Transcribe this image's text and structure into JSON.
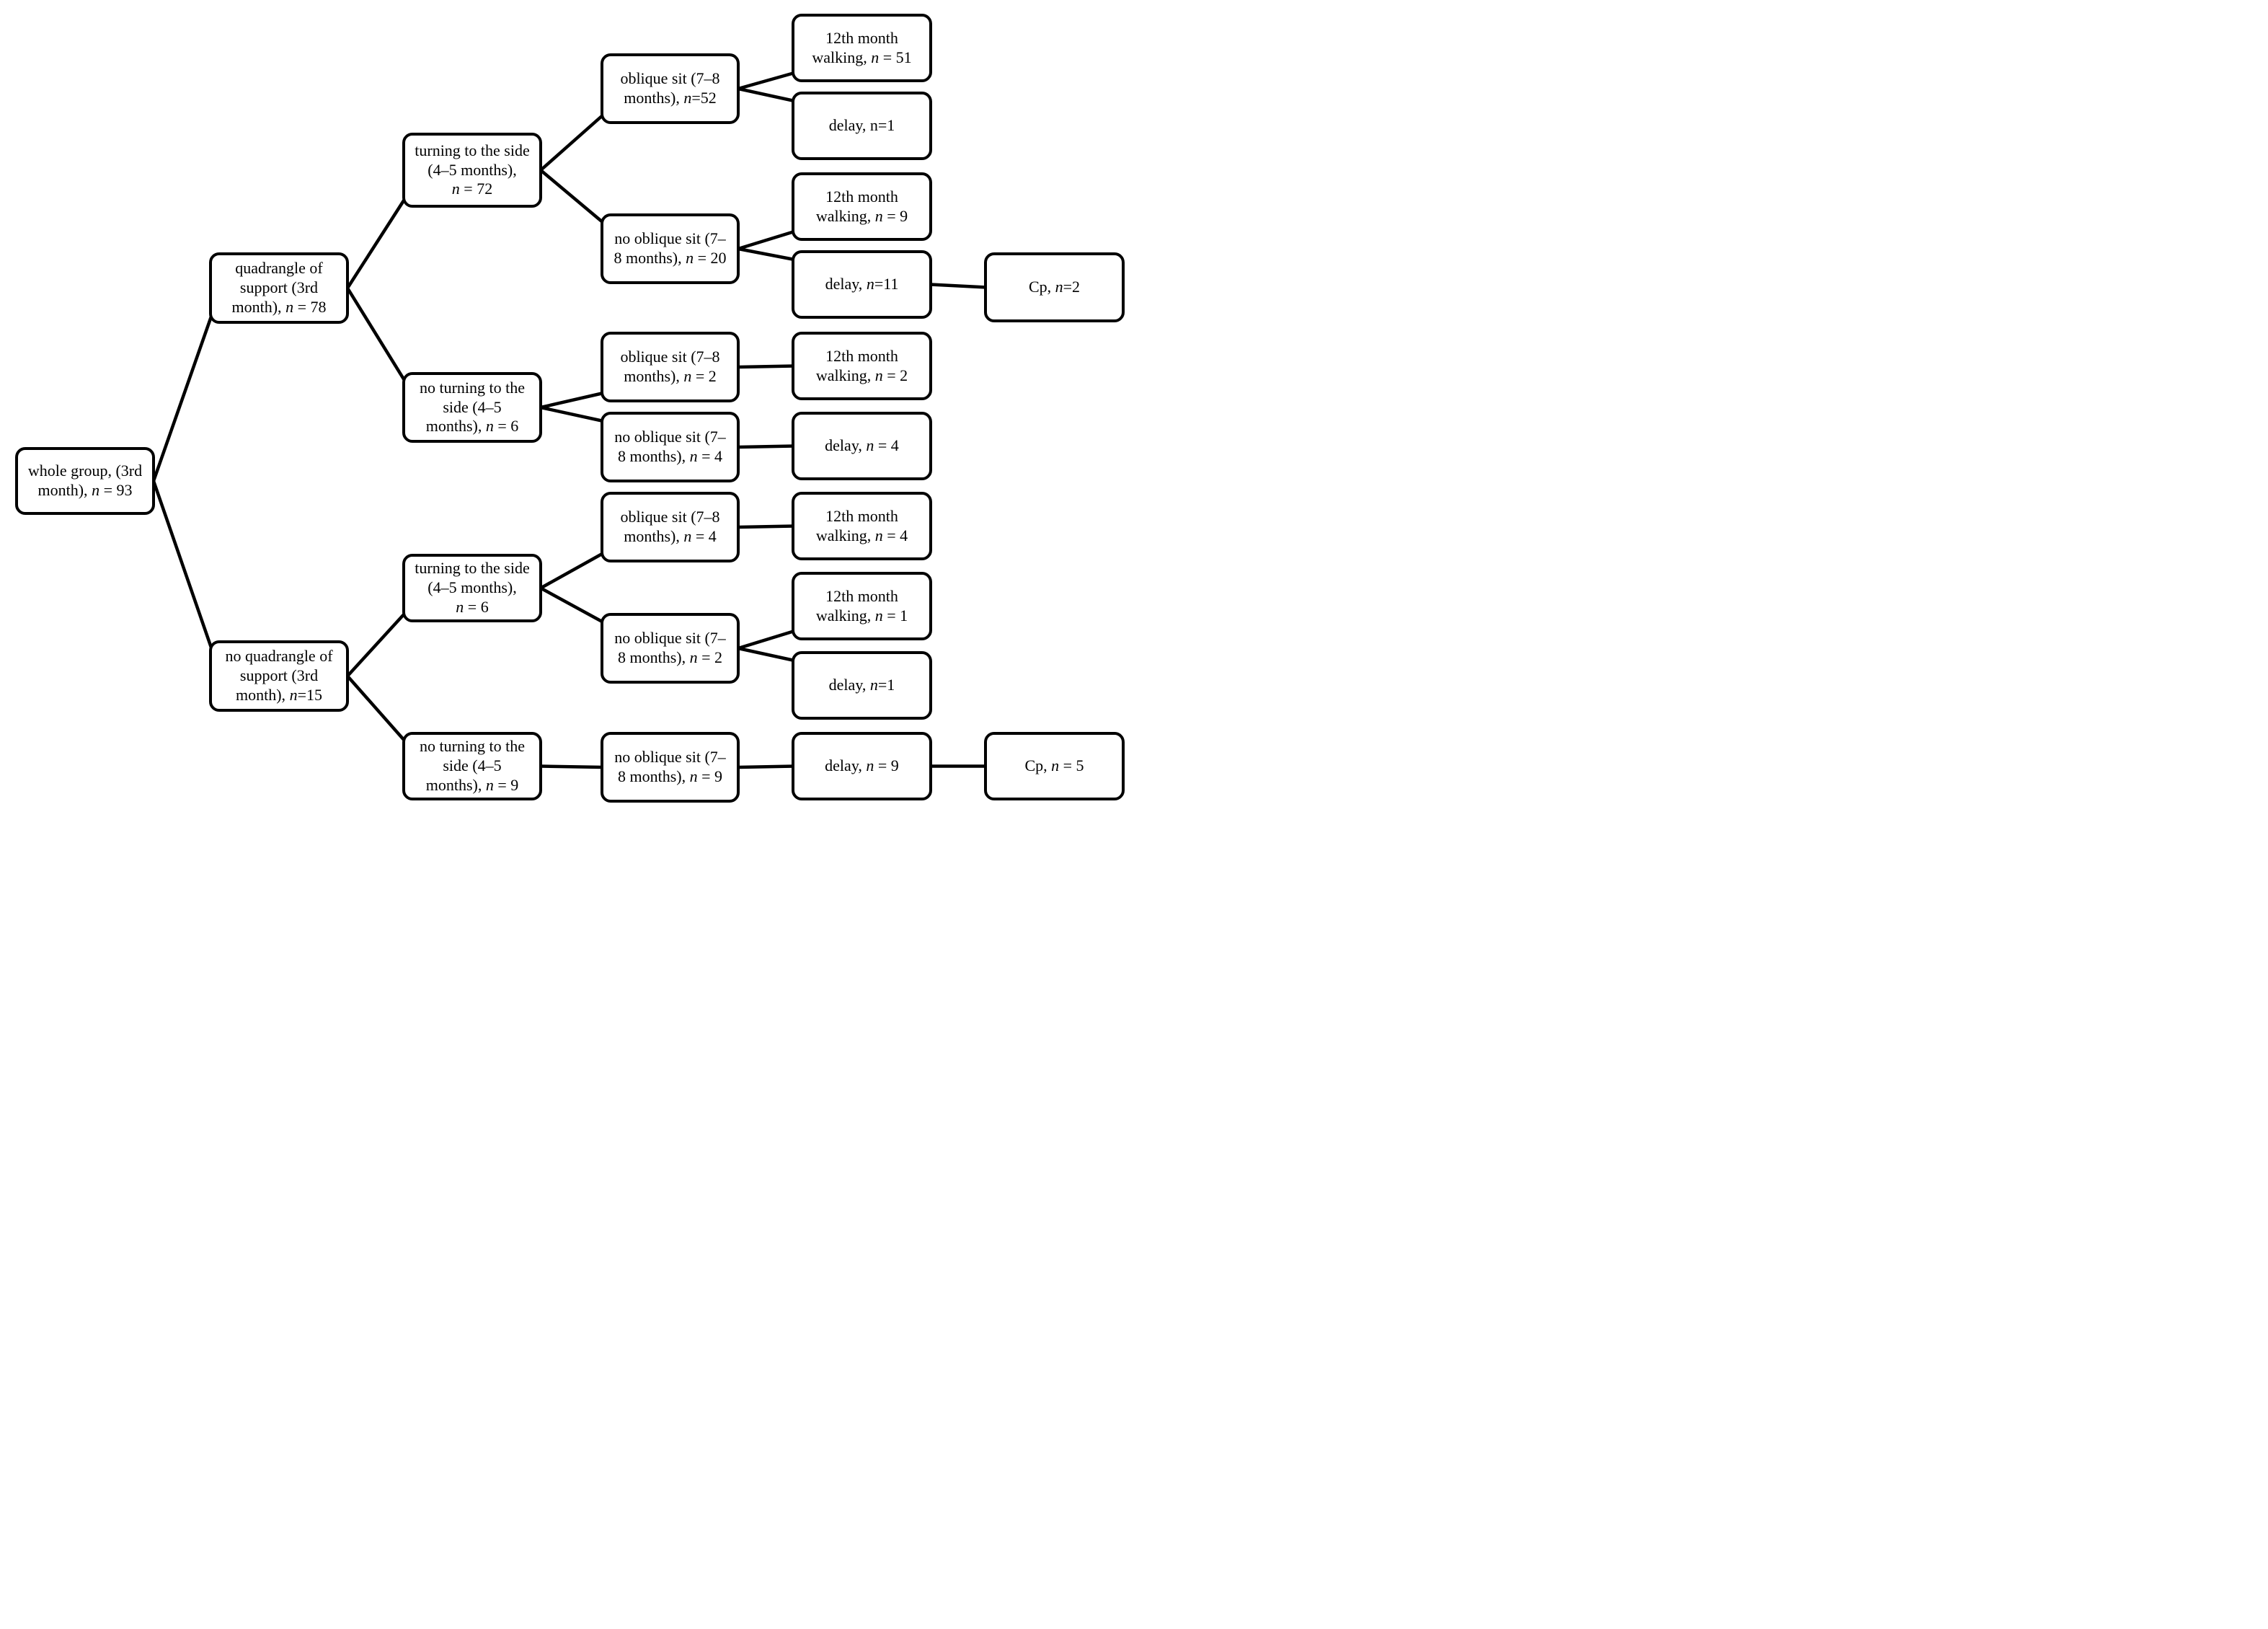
{
  "diagram": {
    "type": "flowchart-decision-tree",
    "background_color": "#ffffff",
    "box_fill_color": "#ffffff",
    "box_border_color": "#000000",
    "line_color": "#000000",
    "nodes": {
      "whole_group": {
        "pre": "whole group, (3rd\nmonth), ",
        "n": "n",
        "post": " = 93"
      },
      "quadrangle": {
        "pre": "quadrangle of\nsupport (3rd\nmonth), ",
        "n": "n",
        "post": " = 78"
      },
      "no_quadrangle": {
        "pre": "no quadrangle of\nsupport (3rd\nmonth), ",
        "n": "n",
        "post": "=15"
      },
      "turning_72": {
        "pre": "turning to the side\n(4–5 months),\n",
        "n": "n",
        "post": " = 72"
      },
      "no_turning_6": {
        "pre": "no turning to the\nside (4–5\nmonths), ",
        "n": "n",
        "post": " = 6"
      },
      "turning_6": {
        "pre": "turning to the side\n(4–5 months),\n",
        "n": "n",
        "post": " = 6"
      },
      "no_turning_9": {
        "pre": "no turning to the\nside (4–5\nmonths), ",
        "n": "n",
        "post": " = 9"
      },
      "oblique_52": {
        "pre": "oblique sit (7–8\nmonths), ",
        "n": "n",
        "post": "=52"
      },
      "no_oblique_20": {
        "pre": "no oblique sit (7–\n8 months), ",
        "n": "n",
        "post": " = 20"
      },
      "oblique_2": {
        "pre": "oblique sit (7–8\nmonths), ",
        "n": "n",
        "post": " = 2"
      },
      "no_oblique_4": {
        "pre": "no oblique sit (7–\n8 months), ",
        "n": "n",
        "post": " = 4"
      },
      "oblique_4": {
        "pre": "oblique sit (7–8\nmonths), ",
        "n": "n",
        "post": " = 4"
      },
      "no_oblique_2": {
        "pre": "no oblique sit (7–\n8 months), ",
        "n": "n",
        "post": " = 2"
      },
      "no_oblique_9": {
        "pre": "no oblique sit (7–\n8 months), ",
        "n": "n",
        "post": " = 9"
      },
      "walking_51": {
        "pre": "12th month\nwalking, ",
        "n": "n",
        "post": " = 51"
      },
      "delay_1a": {
        "pre": "delay, n=1",
        "n": "",
        "post": ""
      },
      "walking_9": {
        "pre": "12th month\nwalking, ",
        "n": "n",
        "post": " = 9"
      },
      "delay_11": {
        "pre": "delay, ",
        "n": "n",
        "post": "=11"
      },
      "walking_2": {
        "pre": "12th month\nwalking, ",
        "n": "n",
        "post": " = 2"
      },
      "delay_4": {
        "pre": "delay, ",
        "n": "n",
        "post": " = 4"
      },
      "walking_4": {
        "pre": "12th month\nwalking, ",
        "n": "n",
        "post": " = 4"
      },
      "walking_1": {
        "pre": "12th month\nwalking, ",
        "n": "n",
        "post": " = 1"
      },
      "delay_1b": {
        "pre": "delay, ",
        "n": "n",
        "post": "=1"
      },
      "delay_9": {
        "pre": "delay, ",
        "n": "n",
        "post": " = 9"
      },
      "cp_2": {
        "pre": "Cp, ",
        "n": "n",
        "post": "=2"
      },
      "cp_5": {
        "pre": "Cp, ",
        "n": "n",
        "post": " = 5"
      }
    },
    "edges": [
      {
        "from": "whole_group",
        "to": "quadrangle"
      },
      {
        "from": "whole_group",
        "to": "no_quadrangle"
      },
      {
        "from": "quadrangle",
        "to": "turning_72"
      },
      {
        "from": "quadrangle",
        "to": "no_turning_6"
      },
      {
        "from": "no_quadrangle",
        "to": "turning_6"
      },
      {
        "from": "no_quadrangle",
        "to": "no_turning_9"
      },
      {
        "from": "turning_72",
        "to": "oblique_52"
      },
      {
        "from": "turning_72",
        "to": "no_oblique_20"
      },
      {
        "from": "no_turning_6",
        "to": "oblique_2"
      },
      {
        "from": "no_turning_6",
        "to": "no_oblique_4"
      },
      {
        "from": "turning_6",
        "to": "oblique_4"
      },
      {
        "from": "turning_6",
        "to": "no_oblique_2"
      },
      {
        "from": "no_turning_9",
        "to": "no_oblique_9"
      },
      {
        "from": "oblique_52",
        "to": "walking_51"
      },
      {
        "from": "oblique_52",
        "to": "delay_1a"
      },
      {
        "from": "no_oblique_20",
        "to": "walking_9"
      },
      {
        "from": "no_oblique_20",
        "to": "delay_11"
      },
      {
        "from": "delay_11",
        "to": "cp_2"
      },
      {
        "from": "oblique_2",
        "to": "walking_2"
      },
      {
        "from": "no_oblique_4",
        "to": "delay_4"
      },
      {
        "from": "oblique_4",
        "to": "walking_4"
      },
      {
        "from": "no_oblique_2",
        "to": "walking_1"
      },
      {
        "from": "no_oblique_2",
        "to": "delay_1b"
      },
      {
        "from": "no_oblique_9",
        "to": "delay_9"
      },
      {
        "from": "delay_9",
        "to": "cp_5"
      }
    ]
  }
}
